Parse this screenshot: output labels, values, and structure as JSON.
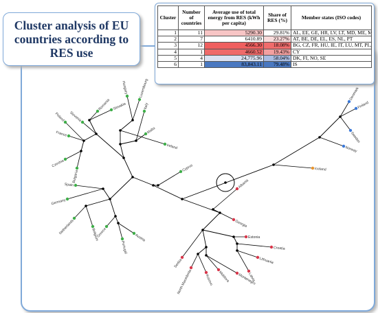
{
  "title": "Cluster analysis of EU countries according to RES use",
  "table": {
    "headers": [
      "Cluster",
      "Number of countries",
      "Average use of total energy from RES (kWh per capita)",
      "Share of RES (%)",
      "Member states (ISO codes)"
    ],
    "rows": [
      {
        "cluster": "1",
        "count": "11",
        "avg": "5290.30",
        "share": "29.81%",
        "members": "AL, EE, GE, HR, LV, LT, MD, ME, MK, RS, XK",
        "avg_color": "#f7c5c5",
        "share_color": "#ffffff"
      },
      {
        "cluster": "2",
        "count": "7",
        "avg": "6410.89",
        "share": "23.27%",
        "members": "AT, BE, DE, EL, ES, NL, PT",
        "avg_color": "#ffffff",
        "share_color": "#f8dada"
      },
      {
        "cluster": "3",
        "count": "12",
        "avg": "4566.30",
        "share": "18.08%",
        "members": "BG, CZ, FR, HU, IE, IT, LU, MT, PL, RO, SI, SK",
        "avg_color": "#ef5f5f",
        "share_color": "#f06c6c"
      },
      {
        "cluster": "4",
        "count": "1",
        "avg": "4660.52",
        "share": "19.43%",
        "members": "CY",
        "avg_color": "#ef6b6b",
        "share_color": "#f3a0a0"
      },
      {
        "cluster": "5",
        "count": "4",
        "avg": "24,775.96",
        "share": "58.04%",
        "members": "DK, FI, NO, SE",
        "avg_color": "#dbe3f3",
        "share_color": "#a9bde3"
      },
      {
        "cluster": "6",
        "count": "1",
        "avg": "83,843.11",
        "share": "79.48%",
        "members": "IS",
        "avg_color": "#4a78c0",
        "share_color": "#4a78c0"
      }
    ]
  },
  "tree": {
    "colors": {
      "green": "#3fae49",
      "blue": "#3a78d8",
      "orange": "#e8942c",
      "red": "#d8364a",
      "pink": "#e36b8a",
      "edge": "#000000"
    },
    "leaves": [
      {
        "name": "Denmark",
        "group": "blue"
      },
      {
        "name": "Finland",
        "group": "blue"
      },
      {
        "name": "Sweden",
        "group": "blue"
      },
      {
        "name": "Norway",
        "group": "blue"
      },
      {
        "name": "Iceland",
        "group": "orange"
      },
      {
        "name": "Cyprus",
        "group": "green"
      },
      {
        "name": "Hungary",
        "group": "green"
      },
      {
        "name": "Luxembourg",
        "group": "green"
      },
      {
        "name": "Italy",
        "group": "green"
      },
      {
        "name": "Malta",
        "group": "green"
      },
      {
        "name": "Ireland",
        "group": "green"
      },
      {
        "name": "Romania",
        "group": "green"
      },
      {
        "name": "Slovakia",
        "group": "green"
      },
      {
        "name": "Slovenia",
        "group": "green"
      },
      {
        "name": "Poland",
        "group": "green"
      },
      {
        "name": "France",
        "group": "green"
      },
      {
        "name": "Czechia",
        "group": "green"
      },
      {
        "name": "Bulgaria",
        "group": "green"
      },
      {
        "name": "Spain",
        "group": "green"
      },
      {
        "name": "Germany",
        "group": "green"
      },
      {
        "name": "Netherlands",
        "group": "green"
      },
      {
        "name": "Belgium",
        "group": "green"
      },
      {
        "name": "Greece",
        "group": "green"
      },
      {
        "name": "Portugal",
        "group": "green"
      },
      {
        "name": "Austria",
        "group": "green"
      },
      {
        "name": "Albania",
        "group": "red"
      },
      {
        "name": "Georgia",
        "group": "red"
      },
      {
        "name": "Estonia",
        "group": "red"
      },
      {
        "name": "Croatia",
        "group": "red"
      },
      {
        "name": "Lithuania",
        "group": "red"
      },
      {
        "name": "Latvia",
        "group": "red"
      },
      {
        "name": "Montenegro",
        "group": "red"
      },
      {
        "name": "Moldova",
        "group": "red"
      },
      {
        "name": "Kosovo",
        "group": "red"
      },
      {
        "name": "North Macedonia",
        "group": "red"
      },
      {
        "name": "Serbia",
        "group": "red"
      }
    ]
  }
}
